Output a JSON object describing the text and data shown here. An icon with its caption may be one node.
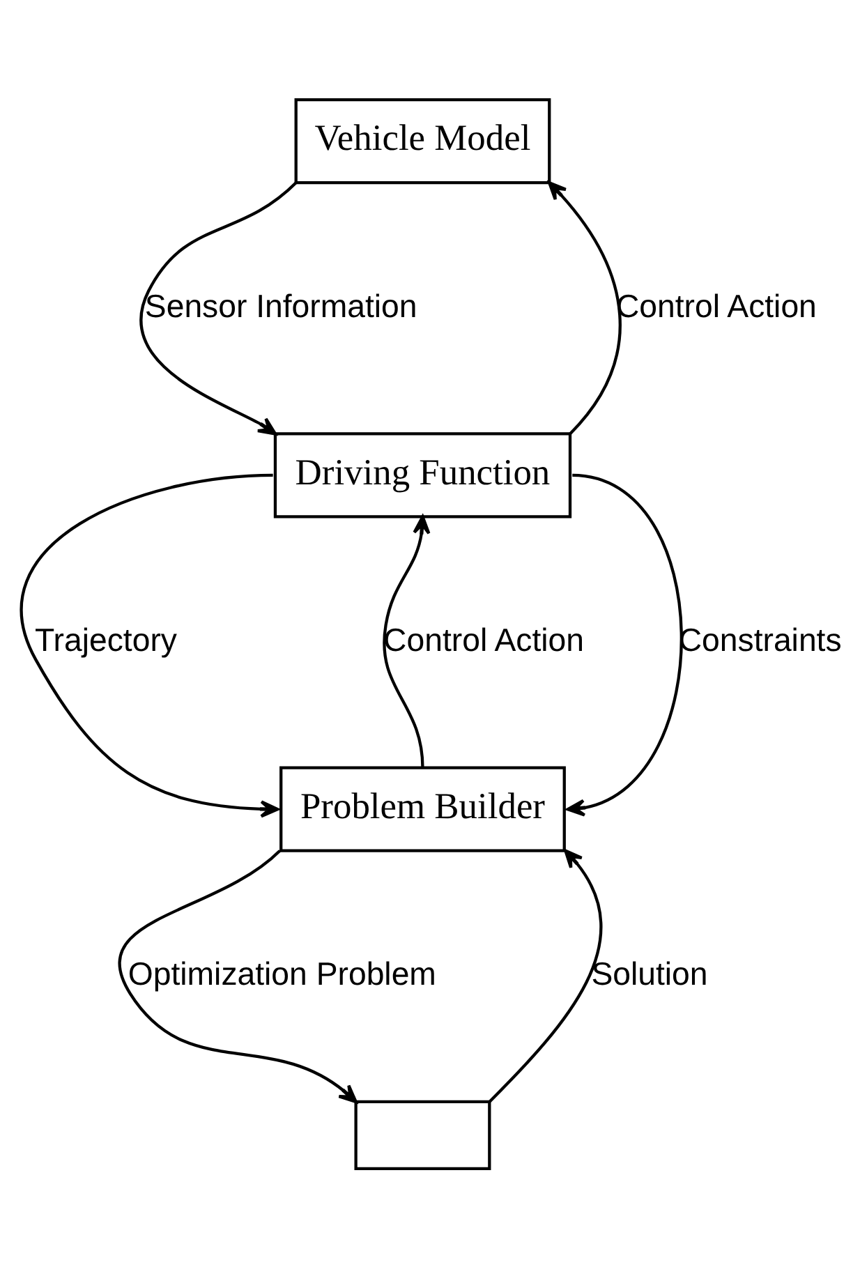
{
  "diagram": {
    "nodes": [
      {
        "text": [
          "Vehicle Model"
        ]
      },
      {
        "text": [
          "Driving Function"
        ]
      },
      {
        "text": [
          "Problem Builder"
        ]
      },
      {
        "text": [],
        "shape": "box"
      }
    ],
    "edges": [
      {
        "from": 0,
        "to": 1,
        "arrow": "to",
        "label": "Sensor Information"
      },
      {
        "from": 1,
        "to": 0,
        "arrow": "to",
        "label": "Control Action"
      },
      {
        "from": 1,
        "to": 2,
        "arrow": "to",
        "label": "Trajectory"
      },
      {
        "from": 2,
        "to": 1,
        "arrow": "to",
        "label": "Control Action"
      },
      {
        "from": 1,
        "to": 2,
        "arrow": "to",
        "label": "Constraints"
      },
      {
        "from": 2,
        "to": 3,
        "arrow": "to",
        "label": "Optimization Problem"
      },
      {
        "from": 3,
        "to": 2,
        "arrow": "to",
        "label": "Solution"
      }
    ]
  }
}
